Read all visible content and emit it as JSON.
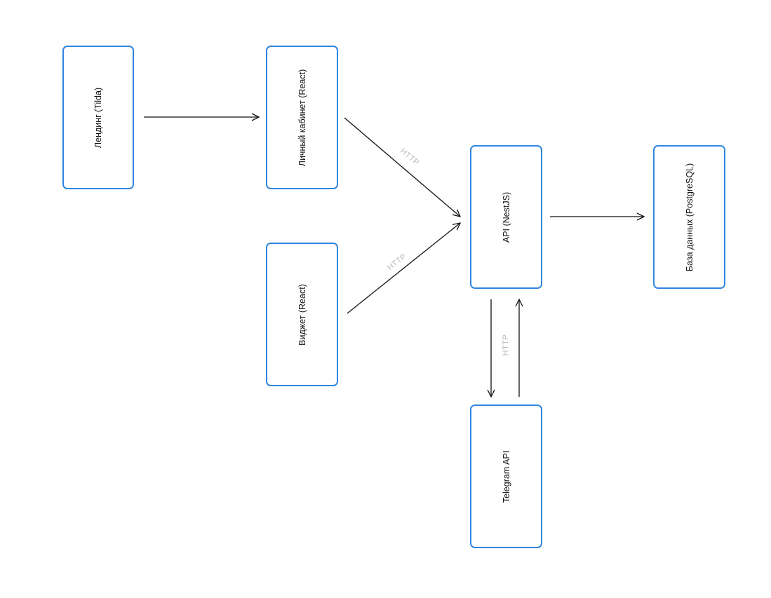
{
  "colors": {
    "node_border": "#2f86e0",
    "edge": "#111111",
    "edge_label": "#b8b8b8"
  },
  "nodes": {
    "landing": "Лендинг (Tilda)",
    "cabinet": "Личный кабинет (React)",
    "widget": "Виджет (React)",
    "api": "API (NestJS)",
    "database": "База данных (PostgreSQL)",
    "telegram": "Telegram API"
  },
  "edges": {
    "cabinet_api_label": "HTTP",
    "widget_api_label": "HTTP",
    "api_telegram_label": "HTTP"
  }
}
